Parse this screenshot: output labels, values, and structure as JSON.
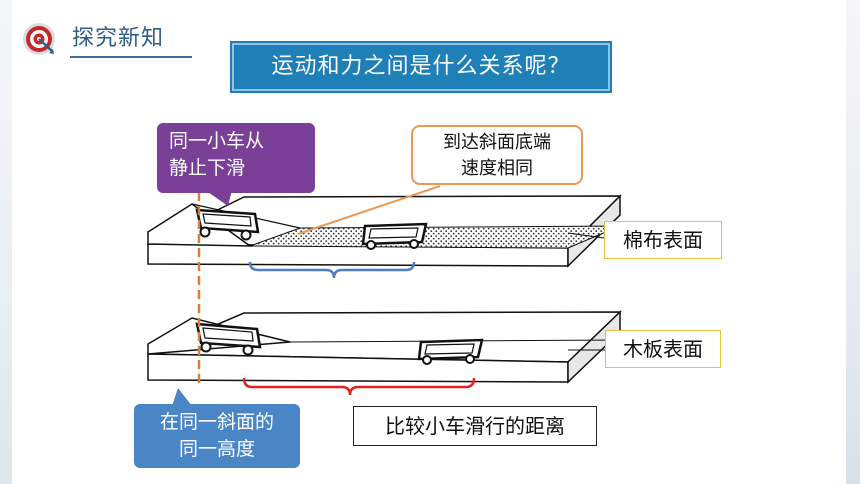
{
  "header": {
    "title": "探究新知",
    "icon": "target-icon"
  },
  "topic": {
    "question": "运动和力之间是什么关系呢？"
  },
  "callouts": {
    "same_cart": [
      "同一小车从",
      "静止下滑"
    ],
    "same_speed": [
      "到达斜面底端",
      "速度相同"
    ],
    "same_height": [
      "在同一斜面的",
      "同一高度"
    ]
  },
  "surfaces": {
    "cotton": "棉布表面",
    "wood": "木板表面"
  },
  "compare_label": "比较小车滑行的距离",
  "colors": {
    "banner": "#1f7fb7",
    "callout_purple": "#7a3f97",
    "callout_blue": "#4a86c6",
    "guide_line": "#e07b3a",
    "brace_cotton": "#4f7fc1",
    "brace_wood": "#e02424",
    "label_border": "#e3c43a"
  }
}
